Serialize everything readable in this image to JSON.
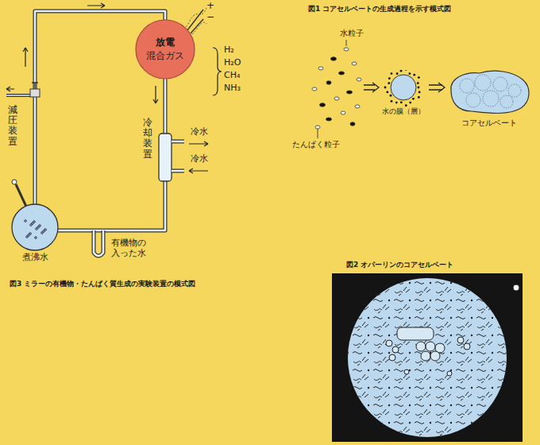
{
  "diagram": {
    "nodes": [
      {
        "text": [
          "放電",
          "混合ガス"
        ]
      },
      {
        "text": [
          "煮沸水"
        ]
      },
      {
        "text": [
          "水の膜（層）"
        ]
      },
      {
        "text": [
          "コアセルベート"
        ]
      }
    ],
    "edges": [
      {
        "from": 1,
        "to": 0,
        "arrow": "none"
      },
      {
        "from": 0,
        "to": 1,
        "arrow": "none"
      },
      {
        "from": 2,
        "to": 3,
        "arrow": "to"
      }
    ],
    "labels": [
      "+",
      "−",
      "H₂",
      "H₂O",
      "CH₄",
      "NH₃",
      "減圧装置",
      "冷却装置",
      "冷水",
      "冷水",
      "有機物の 入った水",
      "図3 ミラーの有機物・たんぱく質生成の実験装置の模式図",
      "図1 コアセルベートの生成過程を示す模式図",
      "水粒子",
      "たんぱく粒子",
      "図2 オパーリンのコアセルベート"
    ]
  }
}
